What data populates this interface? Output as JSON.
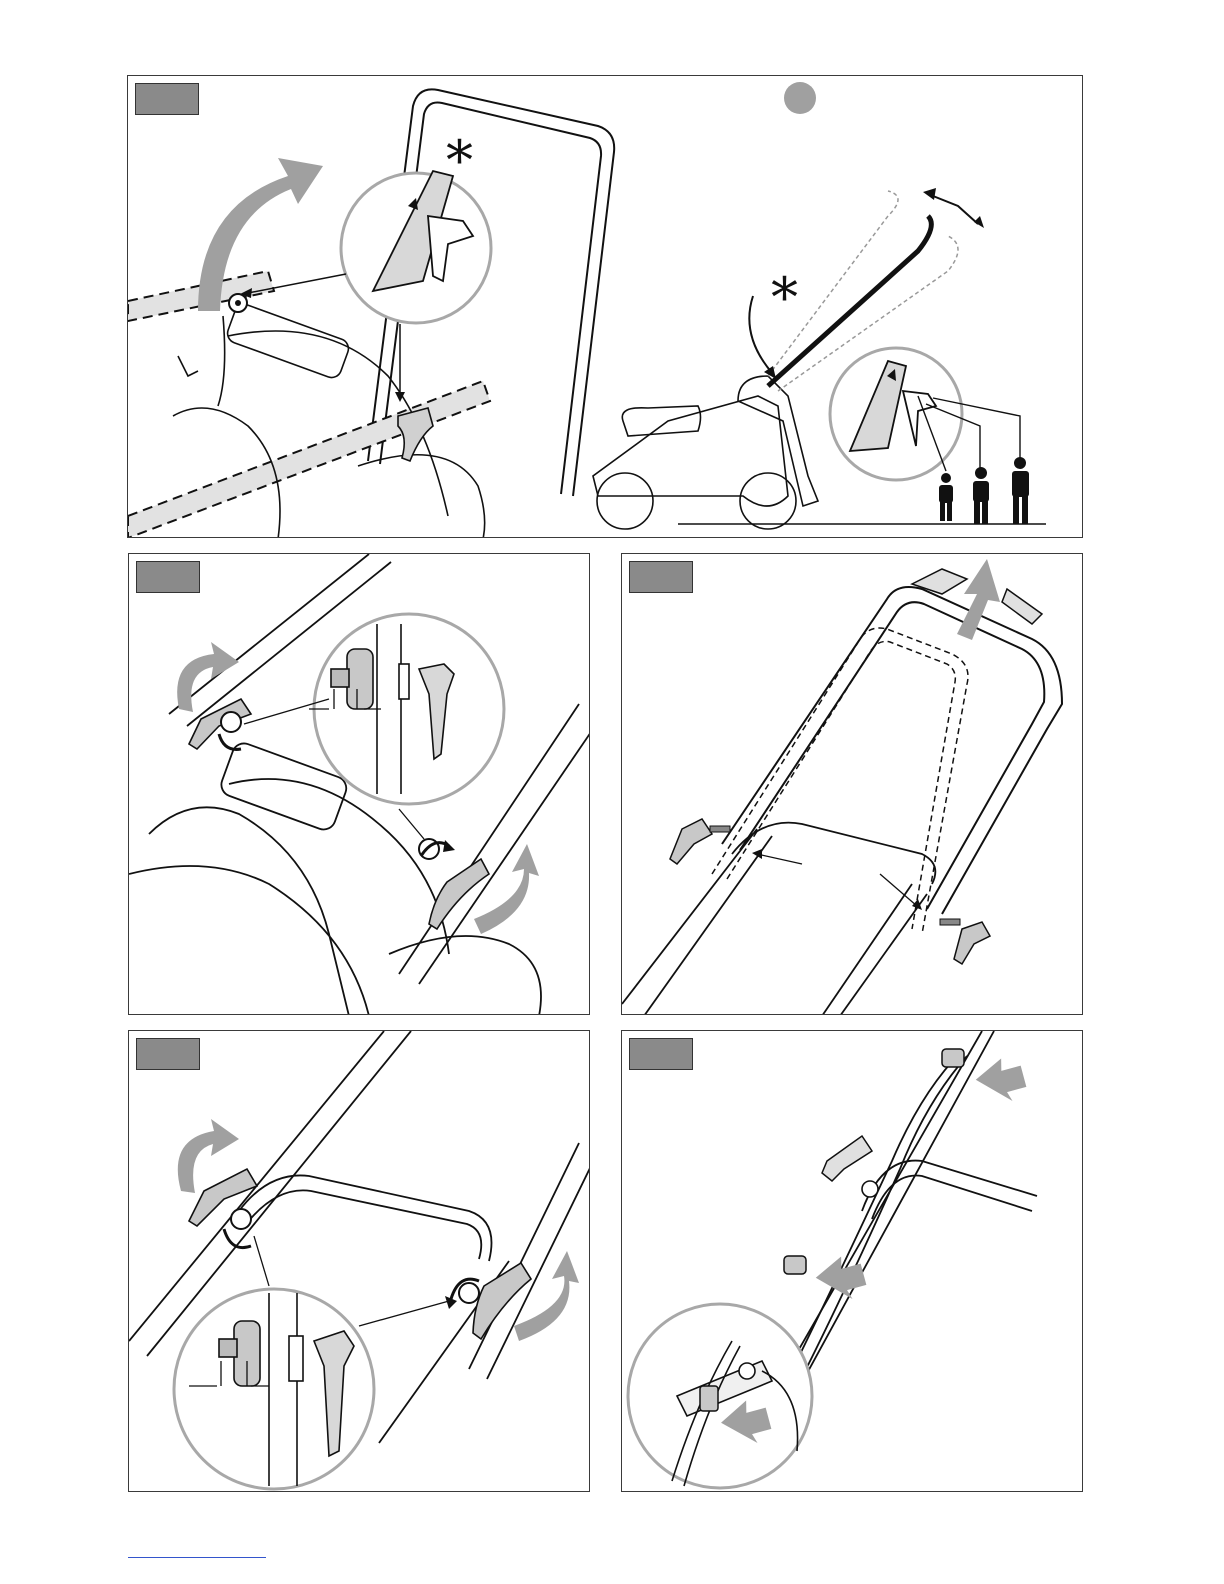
{
  "figure": {
    "symbols": {
      "asterisk": "*"
    },
    "icons": [
      "curved-arrow-icon",
      "knob-icon",
      "lever-icon",
      "person-icon",
      "arrow-icon"
    ],
    "colors": {
      "line": "#111111",
      "arrow_gray": "#a0a0a0",
      "tag_gray": "#8a8a8a",
      "zoom_circle": "#a8a8a8"
    },
    "panels": [
      {
        "id": "panel-1",
        "tag": ""
      },
      {
        "id": "panel-2",
        "tag": ""
      },
      {
        "id": "panel-3",
        "tag": ""
      },
      {
        "id": "panel-4",
        "tag": ""
      },
      {
        "id": "panel-5",
        "tag": ""
      }
    ]
  }
}
